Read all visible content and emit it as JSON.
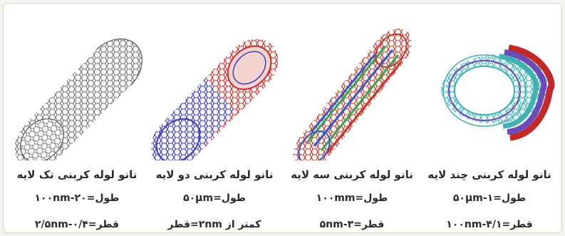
{
  "nanotubes": [
    {
      "title": "نانو لوله کربنی تک لایه",
      "length": "طول=۲۰-۱۰۰nm",
      "diameter": "قطر=۰/۴-۲/۵nm"
    },
    {
      "title": "نانو لوله کربنی دو لایه",
      "length": "طول=۵۰μm",
      "diameter": "کمتر از ۲nm=قطر"
    },
    {
      "title": "نانو لوله کربنی سه لایه",
      "length": "طول=۱۰۰mm",
      "diameter": "قطر=۳-۵nm"
    },
    {
      "title": "نانو لوله کربنی چند لایه",
      "length": "طول=۱-۵۰μm",
      "diameter": "قطر=۴/۱-۱۰۰nm"
    }
  ],
  "colors": {
    "text": "#2b2b2b",
    "single_wall": "#6e6e6e",
    "double_outer": "#c9302c",
    "double_inner": "#3f3fb8",
    "triple_red": "#c23b2e",
    "triple_green": "#3aa655",
    "triple_blue": "#3a58c0",
    "multi_teal": "#3fb0b4",
    "multi_purple": "#6a4bb8",
    "multi_red": "#c22a2a"
  }
}
